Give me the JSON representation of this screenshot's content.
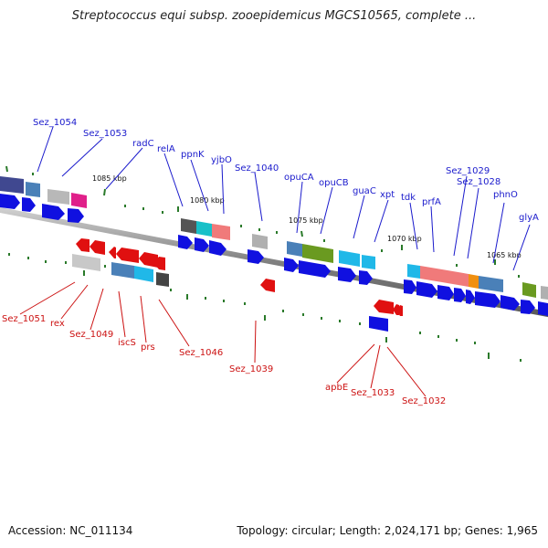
{
  "title": "Streptococcus equi subsp. zooepidemicus MGCS10565, complete ...",
  "footer": {
    "accession": "Accession: NC_011134",
    "summary": "Topology: circular; Length: 2,024,171 bp; Genes: 1,965"
  },
  "scale_labels": [
    "1085 kbp",
    "1080 kbp",
    "1075 kbp",
    "1070 kbp",
    "1065 kbp"
  ],
  "forward_genes": [
    "Sez_1054",
    "Sez_1053",
    "radC",
    "relA",
    "ppnK",
    "yjbO",
    "Sez_1040",
    "opuCA",
    "opuCB",
    "guaC",
    "xpt",
    "tdk",
    "prfA",
    "Sez_1029",
    "Sez_1028",
    "phnO",
    "glyA"
  ],
  "reverse_genes": [
    "Sez_1051",
    "rex",
    "Sez_1049",
    "iscS",
    "prs",
    "Sez_1046",
    "Sez_1039",
    "apbE",
    "Sez_1033",
    "Sez_1032"
  ],
  "colors": {
    "forward_arrow": "#1010e0",
    "reverse_arrow": "#e01010",
    "forward_label": "#1a1acc",
    "reverse_label": "#cc1111",
    "backbone": "#808080",
    "tick": "#2a7a2a"
  }
}
